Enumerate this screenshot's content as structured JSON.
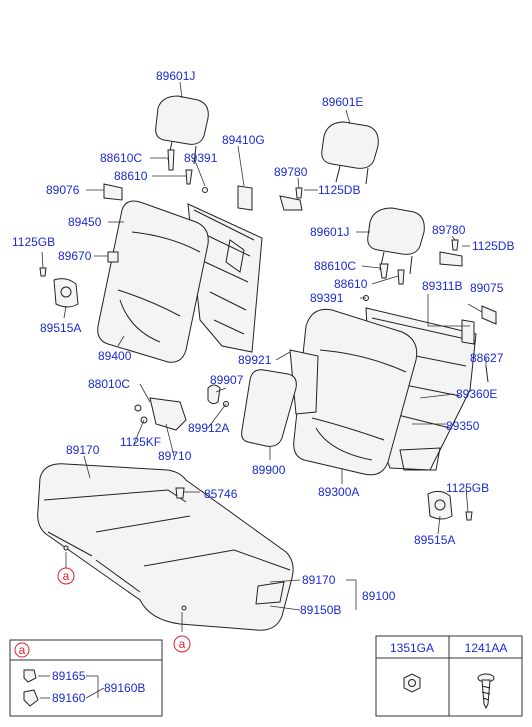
{
  "labels": {
    "l89601J_top": "89601J",
    "l88610C_a": "88610C",
    "l89391_a": "89391",
    "l89410G": "89410G",
    "l88610_a": "88610",
    "l89076": "89076",
    "l89450": "89450",
    "l1125GB_a": "1125GB",
    "l89670": "89670",
    "l89515A_a": "89515A",
    "l89400": "89400",
    "l89601E": "89601E",
    "l89780_a": "89780",
    "l1125DB_a": "1125DB",
    "l89601J_mid": "89601J",
    "l89780_b": "89780",
    "l1125DB_b": "1125DB",
    "l88610C_b": "88610C",
    "l88610_b": "88610",
    "l89311B": "89311B",
    "l89075": "89075",
    "l89391_b": "89391",
    "l89921": "89921",
    "l88627": "88627",
    "l88010C": "88010C",
    "l89907": "89907",
    "l89360E": "89360E",
    "l89912A": "89912A",
    "l1125KF": "1125KF",
    "l89710": "89710",
    "l89350": "89350",
    "l89170_a": "89170",
    "l89900": "89900",
    "l89300A": "89300A",
    "l85746": "85746",
    "l1125GB_b": "1125GB",
    "l89515A_b": "89515A",
    "l89170_b": "89170",
    "l89100": "89100",
    "l89150B": "89150B"
  },
  "callouts": {
    "a1": "a",
    "a2": "a",
    "a_legend": "a"
  },
  "legend_box": {
    "l89165": "89165",
    "l89160B": "89160B",
    "l89160": "89160"
  },
  "fastener_table": {
    "col1": "1351GA",
    "col2": "1241AA"
  }
}
